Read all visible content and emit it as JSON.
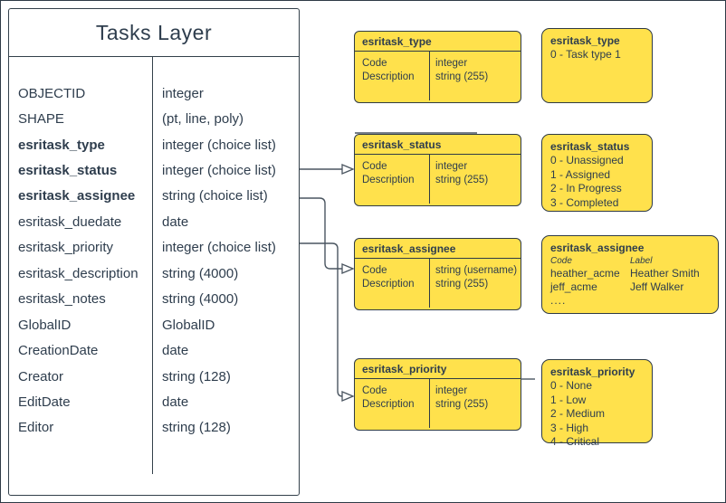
{
  "colors": {
    "box_fill_yellow": "#FFE14C",
    "border_dark": "#2F3B45",
    "text_dark": "#2E3D4D",
    "connector": "#4A5560",
    "background": "#FFFFFF"
  },
  "tasks_layer": {
    "title": "Tasks Layer",
    "fields": [
      {
        "name": "OBJECTID",
        "type": "integer",
        "bold": false
      },
      {
        "name": "SHAPE",
        "type": "(pt, line, poly)",
        "bold": false
      },
      {
        "name": "esritask_type",
        "type": "integer (choice list)",
        "bold": true
      },
      {
        "name": "esritask_status",
        "type": "integer (choice list)",
        "bold": true
      },
      {
        "name": "esritask_assignee",
        "type": "string (choice list)",
        "bold": true
      },
      {
        "name": "esritask_duedate",
        "type": "date",
        "bold": false
      },
      {
        "name": "esritask_priority",
        "type": "integer (choice list)",
        "bold": false
      },
      {
        "name": "esritask_description",
        "type": "string (4000)",
        "bold": false
      },
      {
        "name": "esritask_notes",
        "type": "string (4000)",
        "bold": false
      },
      {
        "name": "GlobalID",
        "type": "GlobalID",
        "bold": false
      },
      {
        "name": "CreationDate",
        "type": "date",
        "bold": false
      },
      {
        "name": "Creator",
        "type": "string (128)",
        "bold": false
      },
      {
        "name": "EditDate",
        "type": "date",
        "bold": false
      },
      {
        "name": "Editor",
        "type": "string (128)",
        "bold": false
      }
    ]
  },
  "field_tables": [
    {
      "title": "esritask_type",
      "rows": [
        {
          "field": "Code",
          "type": "integer"
        },
        {
          "field": "Description",
          "type": "string (255)"
        }
      ]
    },
    {
      "title": "esritask_status",
      "rows": [
        {
          "field": "Code",
          "type": "integer"
        },
        {
          "field": "Description",
          "type": "string (255)"
        }
      ]
    },
    {
      "title": "esritask_assignee",
      "rows": [
        {
          "field": "Code",
          "type": "string (username)"
        },
        {
          "field": "Description",
          "type": "string (255)"
        }
      ]
    },
    {
      "title": "esritask_priority",
      "rows": [
        {
          "field": "Code",
          "type": "integer"
        },
        {
          "field": "Description",
          "type": "string (255)"
        }
      ]
    }
  ],
  "value_lists": [
    {
      "title": "esritask_type",
      "items": [
        "0 - Task type 1"
      ]
    },
    {
      "title": "esritask_status",
      "items": [
        "0 - Unassigned",
        "1 - Assigned",
        "2 - In Progress",
        "3 - Completed"
      ]
    },
    {
      "title": "esritask_priority",
      "items": [
        "0 - None",
        "1 - Low",
        "2 - Medium",
        "3 - High",
        "4 - Critical"
      ]
    }
  ],
  "assignee_list": {
    "title": "esritask_assignee",
    "code_header": "Code",
    "label_header": "Label",
    "entries": [
      {
        "code": "heather_acme",
        "label": "Heather Smith"
      },
      {
        "code": "jeff_acme",
        "label": "Jeff Walker"
      }
    ],
    "more": "...."
  }
}
